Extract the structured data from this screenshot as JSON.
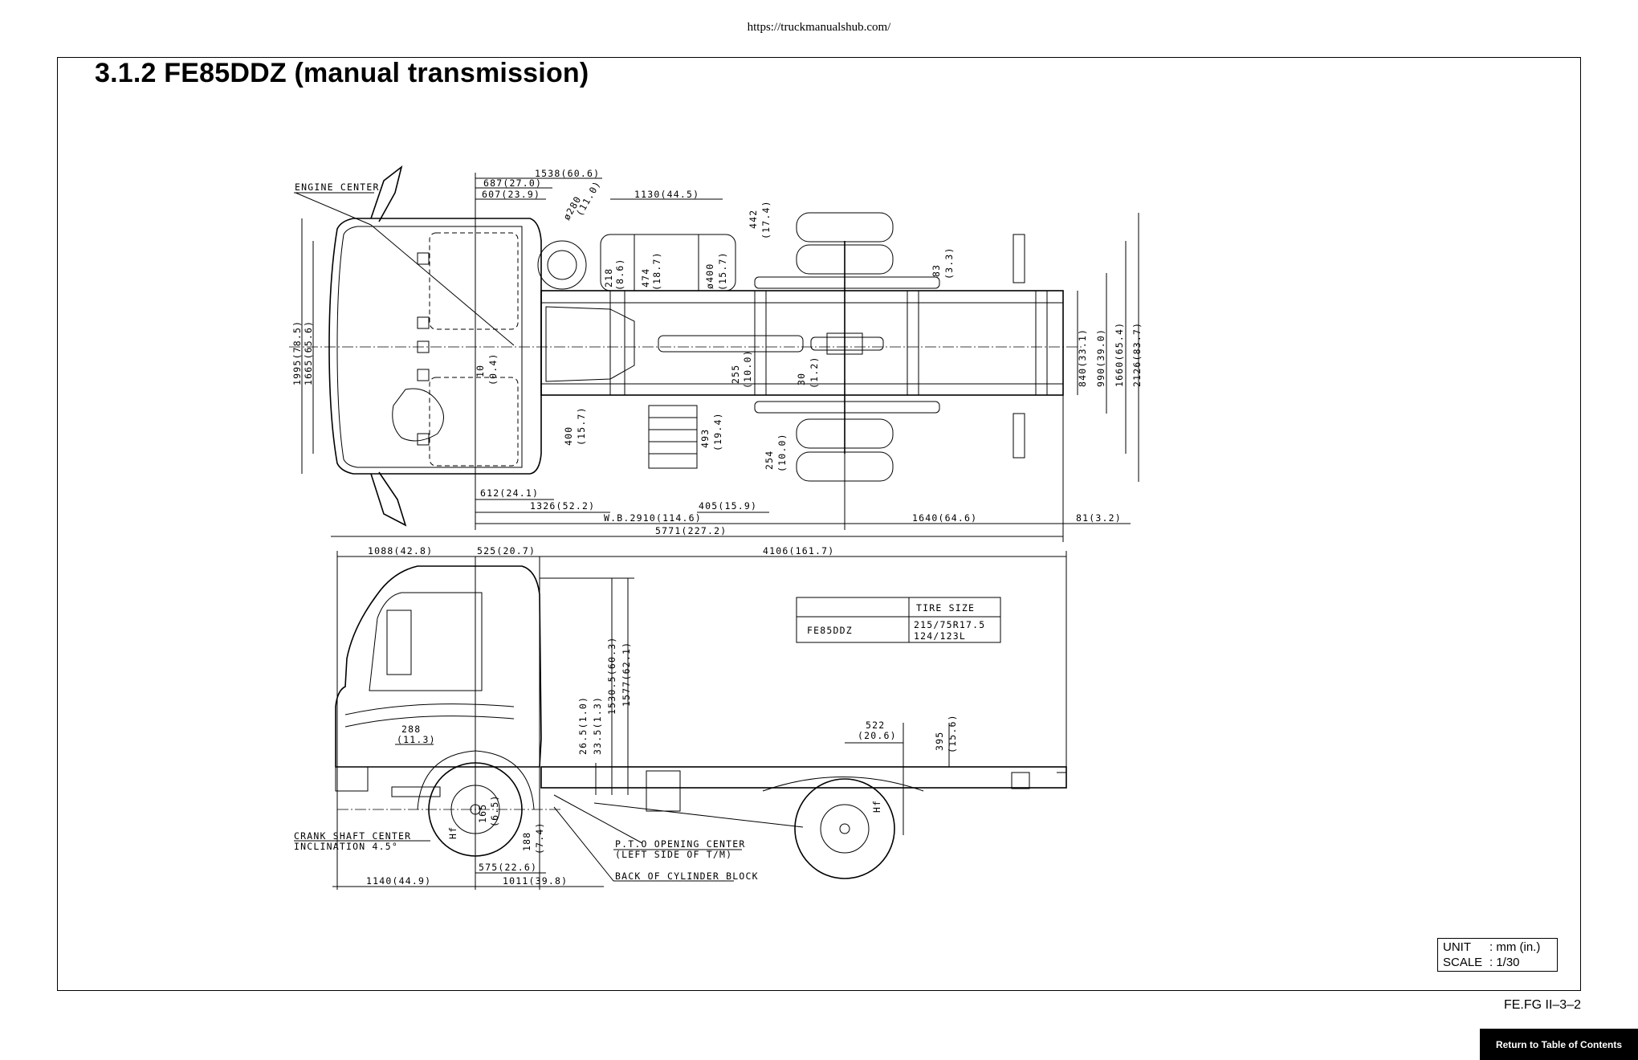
{
  "header": {
    "url": "https://truckmanualshub.com/"
  },
  "title": "3.1.2  FE85DDZ (manual transmission)",
  "dimensions": {
    "d1538": "1538(60.6)",
    "d687": "687(27.0)",
    "d607": "607(23.9)",
    "d280": "ø280",
    "d280b": "(11.0)",
    "d1130": "1130(44.5)",
    "d442": "442",
    "d442b": "(17.4)",
    "d218": "218",
    "d218b": "(8.6)",
    "d474": "474",
    "d474b": "(18.7)",
    "d400d": "ø400",
    "d400db": "(15.7)",
    "d83": "83",
    "d83b": "(3.3)",
    "d1995": "1995(78.5)",
    "d1665": "1665(65.6)",
    "d10": "10",
    "d10b": "(0.4)",
    "d255": "255",
    "d255b": "(10.0)",
    "d30": "30",
    "d30b": "(1.2)",
    "d840": "840(33.1)",
    "d990": "990(39.0)",
    "d1660": "1660(65.4)",
    "d2126": "2126(83.7)",
    "d400": "400",
    "d400b": "(15.7)",
    "d493": "493",
    "d493b": "(19.4)",
    "d254": "254",
    "d254b": "(10.0)",
    "d612": "612(24.1)",
    "d1326": "1326(52.2)",
    "d405": "405(15.9)",
    "dwb": "W.B.2910(114.6)",
    "d1640": "1640(64.6)",
    "d81": "81(3.2)",
    "d5771": "5771(227.2)",
    "d1088": "1088(42.8)",
    "d525": "525(20.7)",
    "d4106": "4106(161.7)",
    "d288": "288",
    "d288b": "(11.3)",
    "d26": "26.5(1.0)",
    "d33": "33.5(1.3)",
    "d1530": "1530.5(60.3)",
    "d1577": "1577(62.1)",
    "d522": "522",
    "d522b": "(20.6)",
    "d395": "395",
    "d395b": "(15.6)",
    "d165": "165",
    "d165b": "(6.5)",
    "d188": "188",
    "d188b": "(7.4)",
    "d575": "575(22.6)",
    "d1140": "1140(44.9)",
    "d1011": "1011(39.8)",
    "hf": "Hf"
  },
  "labels": {
    "engine_center": "ENGINE CENTER",
    "crank1": "CRANK SHAFT CENTER",
    "crank2": "INCLINATION 4.5°",
    "pto1": "P.T.O OPENING CENTER",
    "pto2": "(LEFT SIDE OF T/M)",
    "back_cyl": "BACK OF CYLINDER BLOCK"
  },
  "tire_table": {
    "header": "TIRE SIZE",
    "model": "FE85DDZ",
    "size1": "215/75R17.5",
    "size2": "124/123L"
  },
  "unit_box": {
    "unit_key": "UNIT",
    "unit_val": ": mm (in.)",
    "scale_key": "SCALE",
    "scale_val": ": 1/30"
  },
  "page_number": "FE.FG  II–3–2",
  "toc_button": "Return to Table of Contents"
}
